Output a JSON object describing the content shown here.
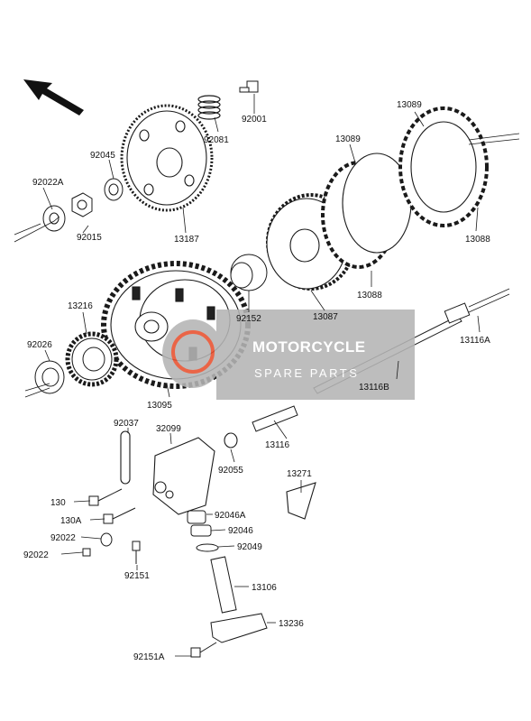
{
  "diagram": {
    "parts": [
      {
        "number": "92001"
      },
      {
        "number": "92081"
      },
      {
        "number": "92045"
      },
      {
        "number": "92022A"
      },
      {
        "number": "92015"
      },
      {
        "number": "13187"
      },
      {
        "number": "13089"
      },
      {
        "number": "13089"
      },
      {
        "number": "13088"
      },
      {
        "number": "13088"
      },
      {
        "number": "13087"
      },
      {
        "number": "92152"
      },
      {
        "number": "13216"
      },
      {
        "number": "92026"
      },
      {
        "number": "13095"
      },
      {
        "number": "13116A"
      },
      {
        "number": "13116B"
      },
      {
        "number": "13116"
      },
      {
        "number": "92037"
      },
      {
        "number": "32099"
      },
      {
        "number": "92055"
      },
      {
        "number": "13271"
      },
      {
        "number": "130"
      },
      {
        "number": "130A"
      },
      {
        "number": "92022"
      },
      {
        "number": "92022"
      },
      {
        "number": "92151"
      },
      {
        "number": "92046A"
      },
      {
        "number": "92046"
      },
      {
        "number": "92049"
      },
      {
        "number": "13106"
      },
      {
        "number": "13236"
      },
      {
        "number": "92151A"
      }
    ]
  },
  "watermark": {
    "title": "MOTORCYCLE",
    "subtitle": "SPARE PARTS"
  },
  "colors": {
    "line": "#1a1a1a",
    "watermark_box": "#bdbdbd",
    "watermark_accent": "#e8502e"
  }
}
